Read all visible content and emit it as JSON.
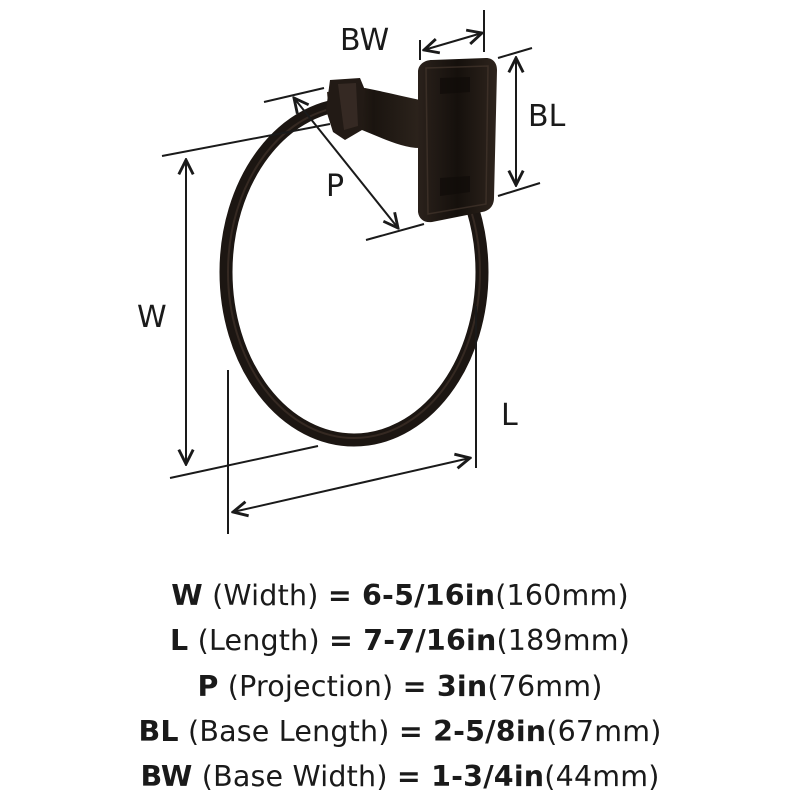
{
  "labels": {
    "bw": "BW",
    "bl": "BL",
    "p": "P",
    "w": "W",
    "l": "L"
  },
  "colors": {
    "finish": "#1c1612",
    "finish_highlight": "#4a3a30",
    "line": "#1a1a1a"
  },
  "specs": [
    {
      "code": "W",
      "name": " (Width) ",
      "eq": "= ",
      "imperial": "6-5/16in",
      "metric": "(160mm)"
    },
    {
      "code": "L",
      "name": " (Length) ",
      "eq": "= ",
      "imperial": "7-7/16in",
      "metric": "(189mm)"
    },
    {
      "code": "P",
      "name": " (Projection) ",
      "eq": "= ",
      "imperial": "3in",
      "metric": "(76mm)"
    },
    {
      "code": "BL",
      "name": " (Base Length) ",
      "eq": "= ",
      "imperial": "2-5/8in",
      "metric": "(67mm)"
    },
    {
      "code": "BW",
      "name": " (Base Width) ",
      "eq": "= ",
      "imperial": "1-3/4in",
      "metric": "(44mm)"
    }
  ]
}
